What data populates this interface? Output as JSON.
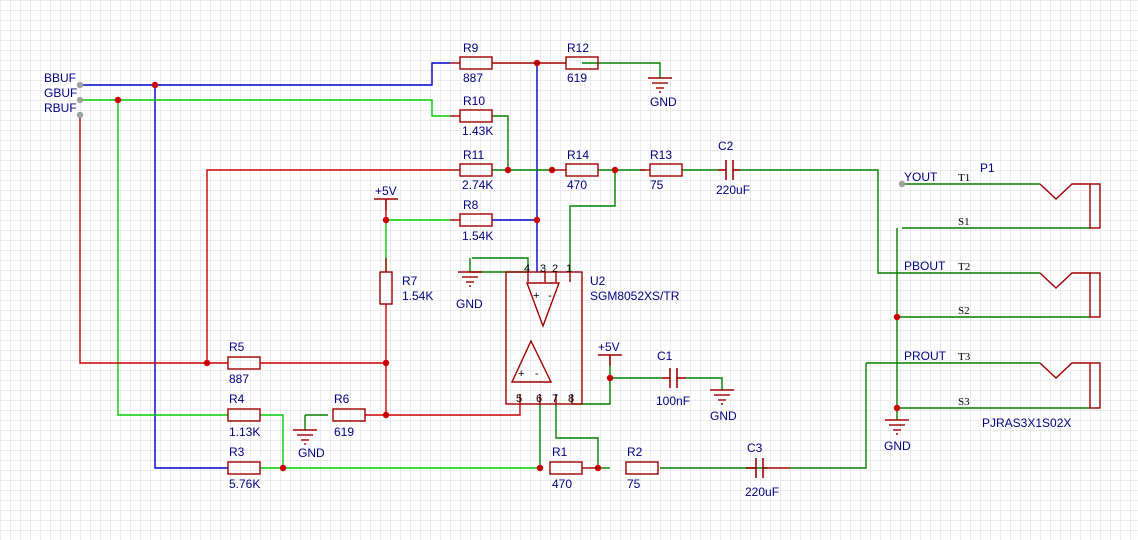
{
  "colors": {
    "background": "#ffffff",
    "grid": "#d8d8d8",
    "wire_red": "#cc0000",
    "wire_green": "#00bb00",
    "wire_blue": "#0000cc",
    "wire_dark_green": "#008000",
    "component": "#a00000",
    "junction": "#cc0000",
    "label": "#000080"
  },
  "nets": {
    "bbuf": "BBUF",
    "gbuf": "GBUF",
    "rbuf": "RBUF",
    "yout": "YOUT",
    "pbout": "PBOUT",
    "prout": "PROUT"
  },
  "power": {
    "vcc_a": "+5V",
    "vcc_b": "+5V"
  },
  "grounds": {
    "g1": "GND",
    "g2": "GND",
    "g3": "GND",
    "g4": "GND",
    "g5": "GND"
  },
  "resistors": {
    "R1": {
      "ref": "R1",
      "value": "470"
    },
    "R2": {
      "ref": "R2",
      "value": "75"
    },
    "R3": {
      "ref": "R3",
      "value": "5.76K"
    },
    "R4": {
      "ref": "R4",
      "value": "1.13K"
    },
    "R5": {
      "ref": "R5",
      "value": "887"
    },
    "R6": {
      "ref": "R6",
      "value": "619"
    },
    "R7": {
      "ref": "R7",
      "value": "1.54K"
    },
    "R8": {
      "ref": "R8",
      "value": "1.54K"
    },
    "R9": {
      "ref": "R9",
      "value": "887"
    },
    "R10": {
      "ref": "R10",
      "value": "1.43K"
    },
    "R11": {
      "ref": "R11",
      "value": "2.74K"
    },
    "R12": {
      "ref": "R12",
      "value": "619"
    },
    "R13": {
      "ref": "R13",
      "value": "75"
    },
    "R14": {
      "ref": "R14",
      "value": "470"
    }
  },
  "capacitors": {
    "C1": {
      "ref": "C1",
      "value": "100nF"
    },
    "C2": {
      "ref": "C2",
      "value": "220uF"
    },
    "C3": {
      "ref": "C3",
      "value": "220uF"
    }
  },
  "opamp": {
    "ref": "U2",
    "part": "SGM8052XS/TR",
    "pins": {
      "p1": "1",
      "p2": "2",
      "p3": "3",
      "p4": "4",
      "p5": "5",
      "p6": "6",
      "p7": "7",
      "p8": "8"
    },
    "plus": "+",
    "minus": "-"
  },
  "connector": {
    "ref": "P1",
    "part": "PJRAS3X1S02X",
    "pins": {
      "t1": "T1",
      "s1": "S1",
      "t2": "T2",
      "s2": "S2",
      "t3": "T3",
      "s3": "S3"
    }
  }
}
